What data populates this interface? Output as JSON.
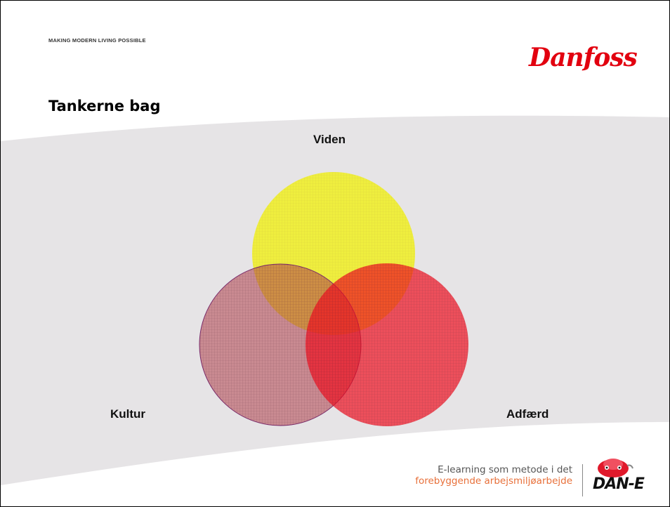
{
  "header": {
    "tagline": "MAKING MODERN LIVING POSSIBLE",
    "logo_text": "Danfoss"
  },
  "slide": {
    "title": "Tankerne bag"
  },
  "diagram": {
    "circles": [
      {
        "label": "Viden",
        "color": "#f0f020"
      },
      {
        "label": "Kultur",
        "color": "#b0404a"
      },
      {
        "label": "Adfærd",
        "color": "#f01020"
      }
    ]
  },
  "footer": {
    "line1": "E-learning som metode i det",
    "line2": "forebyggende arbejsmiljøarbejde",
    "mascot_name": "DAN-E"
  },
  "colors": {
    "brand_red": "#e2000f",
    "band_gray": "#e6e4e6",
    "footer_orange": "#e8703a"
  }
}
